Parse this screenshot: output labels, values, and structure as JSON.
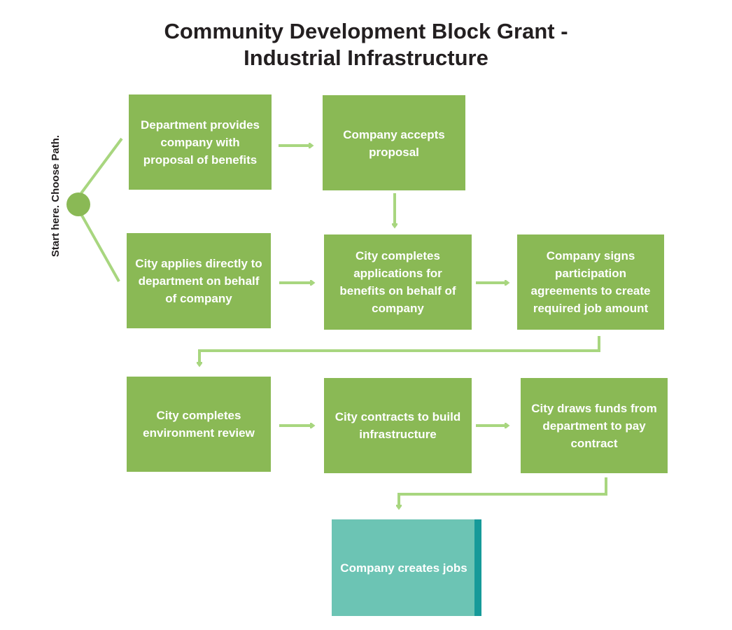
{
  "title": {
    "line1": "Community Development Block Grant -",
    "line2": "Industrial Infrastructure"
  },
  "start_label": "Start here. Choose Path.",
  "steps": {
    "dept_proposal": "Department provides company with proposal of benefits",
    "company_accepts": "Company accepts proposal",
    "city_applies": "City applies directly to department on behalf of company",
    "city_completes_applications": "City completes applications for benefits on behalf of company",
    "company_signs": "Company signs participation agreements to create required job amount",
    "environment_review": "City completes environment review",
    "contracts_infrastructure": "City contracts to build infrastructure",
    "draws_funds": "City draws funds from department to pay contract",
    "creates_jobs": "Company creates jobs"
  },
  "colors": {
    "step_fill": "#8ab955",
    "connector": "#a8d67f",
    "final_fill": "#6cc4b4",
    "final_accent": "#169a99",
    "title_text": "#231f20"
  }
}
